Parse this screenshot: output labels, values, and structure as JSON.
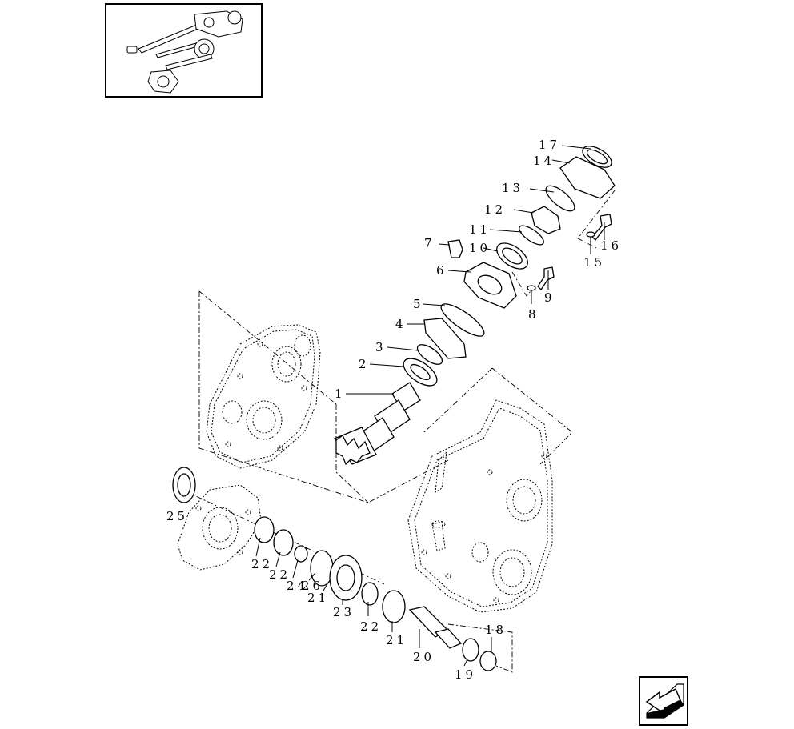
{
  "thumbnail": {
    "icon": "assembly-thumbnail-icon"
  },
  "nav_button": {
    "icon": "arrow-back-icon"
  },
  "callouts": {
    "c1": "1",
    "c2": "2",
    "c3": "3",
    "c4": "4",
    "c5": "5",
    "c6": "6",
    "c7": "7",
    "c8": "8",
    "c9": "9",
    "c10": "10",
    "c11": "11",
    "c12": "12",
    "c13": "13",
    "c14": "14",
    "c15": "15",
    "c16": "16",
    "c17": "17",
    "c18": "18",
    "c19": "19",
    "c20": "20",
    "c21a": "21",
    "c21b": "21",
    "c22a": "22",
    "c22b": "22",
    "c22c": "22",
    "c23": "23",
    "c24": "24",
    "c25": "25",
    "c26": "26"
  }
}
